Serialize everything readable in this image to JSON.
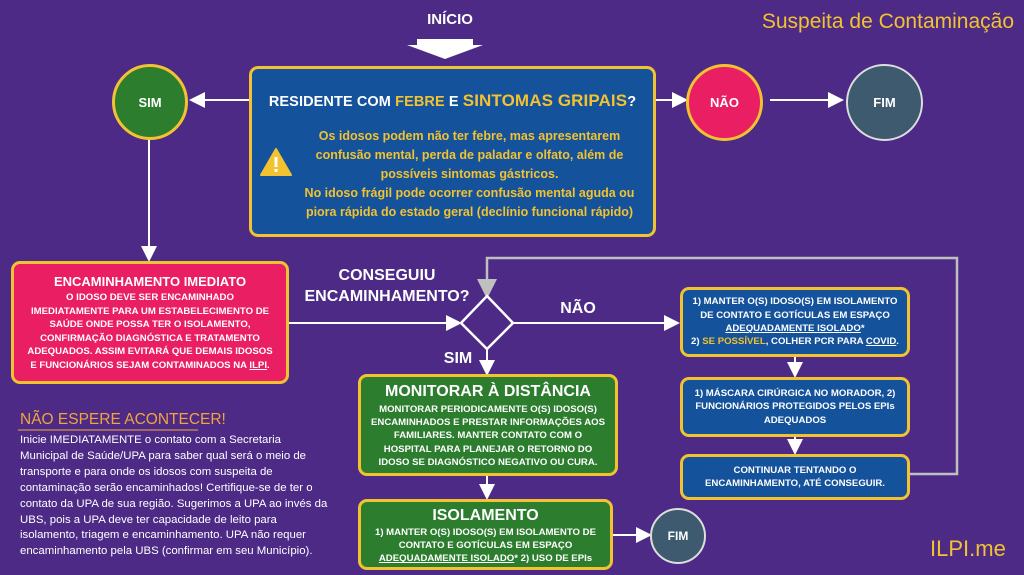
{
  "page_title": "Suspeita de Contaminação",
  "start_label": "INÍCIO",
  "main_question": {
    "prefix": "RESIDENTE COM ",
    "highlight1": "FEBRE",
    "middle": " E ",
    "highlight2": "SINTOMAS GRIPAIS",
    "suffix": "?",
    "note1": "Os idosos podem não ter febre, mas apresentarem confusão mental, perda de paladar e olfato, além de possíveis sintomas gástricos.",
    "note2": "No idoso frágil pode ocorrer confusão mental aguda ou piora rápida do estado geral (declínio funcional rápido)"
  },
  "circles": {
    "sim": "SIM",
    "nao": "NÃO",
    "fim_top": "FIM",
    "fim_bottom": "FIM"
  },
  "referral_box": {
    "title": "ENCAMINHAMENTO IMEDIATO",
    "body": "O IDOSO DEVE SER ENCAMINHADO IMEDIATAMENTE PARA UM ESTABELECIMENTO DE SAÚDE ONDE POSSA TER O ISOLAMENTO, CONFIRMAÇÃO DIAGNÓSTICA E TRATAMENTO ADEQUADOS.  ASSIM EVITARÁ QUE DEMAIS IDOSOS E FUNCIONÁRIOS SEJAM CONTAMINADOS NA ",
    "body_end": "ILPI",
    "body_period": "."
  },
  "decision": {
    "question": "CONSEGUIU ENCAMINHAMENTO?",
    "yes": "SIM",
    "no": "NÃO"
  },
  "monitor_box": {
    "title": "MONITORAR À DISTÂNCIA",
    "body": "MONITORAR PERIODICAMENTE O(S) IDOSO(S) ENCAMINHADOS E PRESTAR INFORMAÇÕES AOS FAMILIARES. MANTER CONTATO COM O HOSPITAL PARA PLANEJAR O RETORNO DO IDOSO SE DIAGNÓSTICO NEGATIVO OU CURA."
  },
  "isolation_box": {
    "title": "ISOLAMENTO",
    "line1": "1) MANTER O(S) IDOSO(S) EM ISOLAMENTO DE CONTATO E GOTÍCULAS EM ESPAÇO",
    "underlined": "ADEQUADAMENTE ISOLADO",
    "line2": "* 2) USO DE EPIs"
  },
  "right_boxes": {
    "box1_line1": "1) MANTER O(S) IDOSO(S) EM ISOLAMENTO DE CONTATO E GOTÍCULAS EM ESPAÇO ",
    "box1_underlined": "ADEQUADAMENTE ISOLADO",
    "box1_star": "*",
    "box1_line2a": "2) ",
    "box1_highlight": "SE POSSÍVEL",
    "box1_line2b": ", COLHER PCR PARA ",
    "box1_covid": "COVID",
    "box1_end": ".",
    "box2": "1) MÁSCARA CIRÚRGICA NO MORADOR, 2) FUNCIONÁRIOS PROTEGIDOS PELOS EPIs ADEQUADOS",
    "box3": "CONTINUAR TENTANDO O ENCAMINHAMENTO, ATÉ CONSEGUIR."
  },
  "side_note": {
    "title": "NÃO ESPERE ACONTECER!",
    "text": "Inicie IMEDIATAMENTE o contato com a Secretaria Municipal de Saúde/UPA para saber qual será o meio de transporte e para onde os idosos com suspeita de contaminação serão encaminhados! Certifique-se de ter o contato da UPA de sua região. Sugerimos a UPA ao invés da UBS, pois a UPA deve ter capacidade de leito para isolamento, triagem e encaminhamento. UPA não requer encaminhamento pela UBS (confirmar em seu Município)."
  },
  "brand": "ILPI.me",
  "colors": {
    "background": "#4c2a86",
    "box_border": "#f2c230",
    "blue_box": "#14529c",
    "green_box": "#2d7d2f",
    "pink_box": "#ea1e63",
    "sim_circle": "#2d7d2f",
    "nao_circle": "#ea1e63",
    "fim_circle": "#3d5a6e"
  },
  "icons": {
    "warning": "warning-triangle-icon",
    "start_arrow": "down-arrow-icon"
  }
}
